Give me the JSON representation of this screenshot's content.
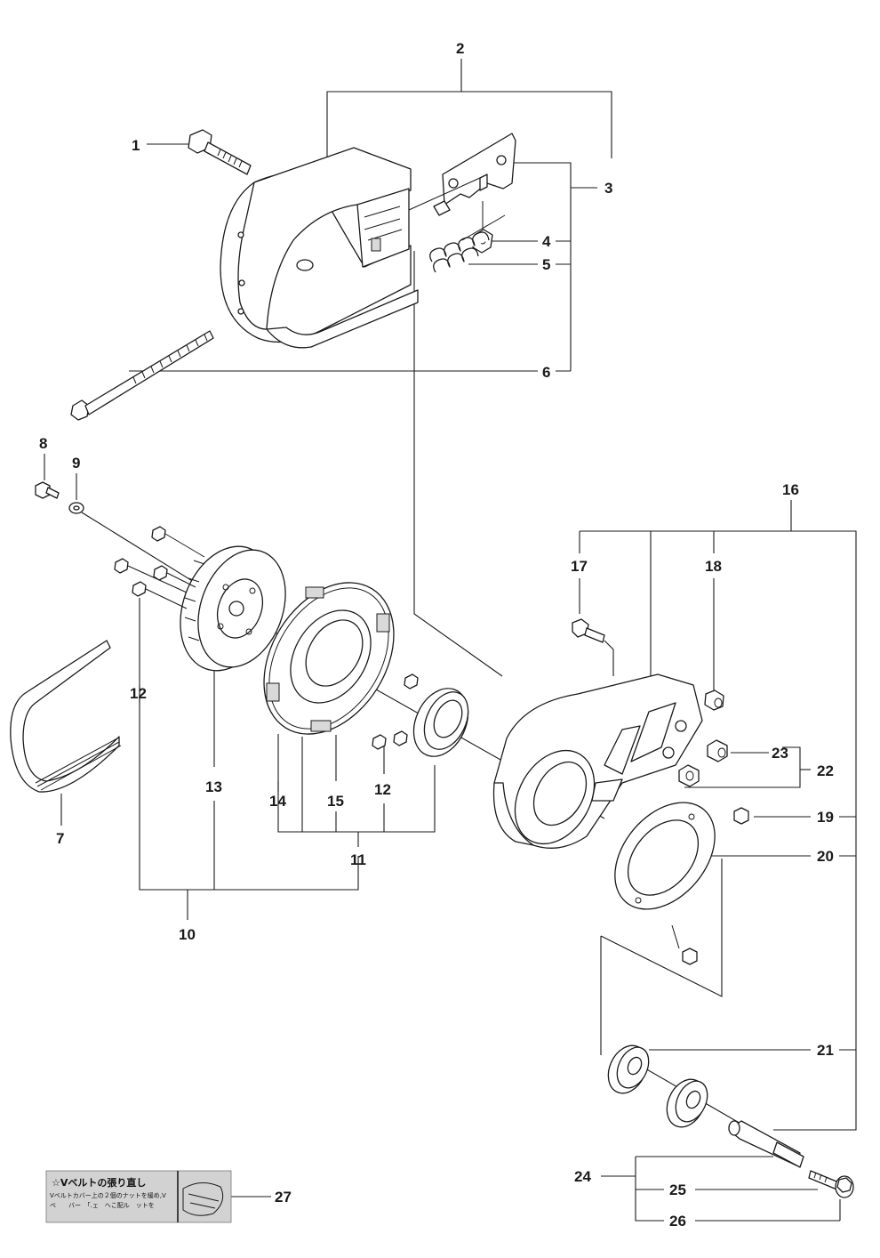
{
  "callouts": [
    {
      "id": "c1",
      "label": "1"
    },
    {
      "id": "c2",
      "label": "2"
    },
    {
      "id": "c3",
      "label": "3"
    },
    {
      "id": "c4",
      "label": "4"
    },
    {
      "id": "c5",
      "label": "5"
    },
    {
      "id": "c6",
      "label": "6"
    },
    {
      "id": "c7",
      "label": "7"
    },
    {
      "id": "c8",
      "label": "8"
    },
    {
      "id": "c9",
      "label": "9"
    },
    {
      "id": "c10",
      "label": "10"
    },
    {
      "id": "c11",
      "label": "11"
    },
    {
      "id": "c12a",
      "label": "12"
    },
    {
      "id": "c12b",
      "label": "12"
    },
    {
      "id": "c13",
      "label": "13"
    },
    {
      "id": "c14",
      "label": "14"
    },
    {
      "id": "c15",
      "label": "15"
    },
    {
      "id": "c16",
      "label": "16"
    },
    {
      "id": "c17",
      "label": "17"
    },
    {
      "id": "c18",
      "label": "18"
    },
    {
      "id": "c19",
      "label": "19"
    },
    {
      "id": "c20",
      "label": "20"
    },
    {
      "id": "c21",
      "label": "21"
    },
    {
      "id": "c22",
      "label": "22"
    },
    {
      "id": "c23",
      "label": "23"
    },
    {
      "id": "c24",
      "label": "24"
    },
    {
      "id": "c25",
      "label": "25"
    },
    {
      "id": "c26",
      "label": "26"
    },
    {
      "id": "c27",
      "label": "27"
    }
  ],
  "decal": {
    "title": "☆Vベルトの張り直し",
    "line1": "Vベルトカバー上の２個のナットを緩め,V",
    "line2": "ベ　　バー　「.ェ　ヘこ配ル　ットを"
  }
}
